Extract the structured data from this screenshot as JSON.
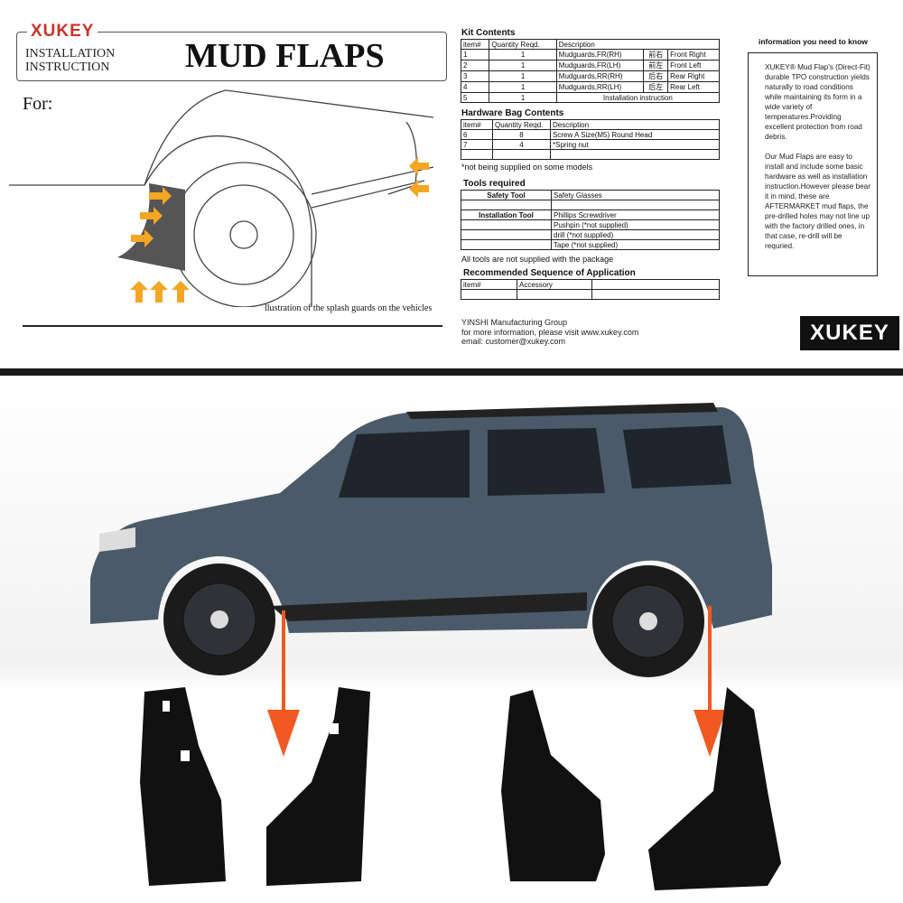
{
  "header": {
    "brand": "XUKEY",
    "subtitle_line1": "INSTALLATION",
    "subtitle_line2": "INSTRUCTION",
    "title": "MUD FLAPS",
    "for_label": "For:",
    "caption": "llustration of the splash guards on the vehicles"
  },
  "kit": {
    "title": "Kit Contents",
    "headers": [
      "item#",
      "Quantity Reqd.",
      "Description"
    ],
    "rows": [
      [
        "1",
        "1",
        "Mudguards,FR(RH)",
        "前右",
        "Front Right"
      ],
      [
        "2",
        "1",
        "Mudguards,FR(LH)",
        "前左",
        "Front Left"
      ],
      [
        "3",
        "1",
        "Mudguards,RR(RH)",
        "后右",
        "Rear Right"
      ],
      [
        "4",
        "1",
        "Mudguards,RR(LH)",
        "后左",
        "Rear Left"
      ]
    ],
    "row5": [
      "5",
      "1",
      "Installation instruction"
    ]
  },
  "hardware": {
    "title": "Hardware Bag Contents",
    "headers": [
      "item#",
      "Quantity Reqd.",
      "Description"
    ],
    "rows": [
      [
        "6",
        "8",
        "Screw A Size(M5) Round Head"
      ],
      [
        "7",
        "4",
        "*Spring nut"
      ]
    ],
    "note": "*not being supplied on some models"
  },
  "tools": {
    "title": "Tools required",
    "safety_label": "Safety Tool",
    "safety_value": "Safety Glasses",
    "install_label": "Installation Tool",
    "items": [
      "Phillips Screwdriver",
      "Pushpin (*not supplied)",
      "drill (*not supplied)",
      "Tape (*not supplied)"
    ],
    "note": "All tools are not supplied with the package"
  },
  "sequence": {
    "title": "Recommended Sequence of Application",
    "headers": [
      "item#",
      "Accessory"
    ]
  },
  "footer": {
    "company": "YINSHI Manufacturing Group",
    "info": "for more information, please visit www.xukey.com",
    "email": "email: customer@xukey.com"
  },
  "info": {
    "title": "information you need to know",
    "p1": "XUKEY® Mud Flap's (Direct-Fit) durable TPO construction yields naturally to road conditions while maintaining its form in a wide variety of temperatures.Providing excellent protection from road debris.",
    "p2": "Our Mud Flaps are easy to install and include some basic hardware as well as installation instruction.However please bear it in mind, these are AFTERMARKET mud flaps, the pre-drilled holes may not line up with the factory drilled ones, in that case, re-drill will be requried."
  },
  "brand_logo": "XUKEY",
  "colors": {
    "accent": "#c8332a",
    "arrow": "#f05a22",
    "car": "#4a5a68"
  }
}
